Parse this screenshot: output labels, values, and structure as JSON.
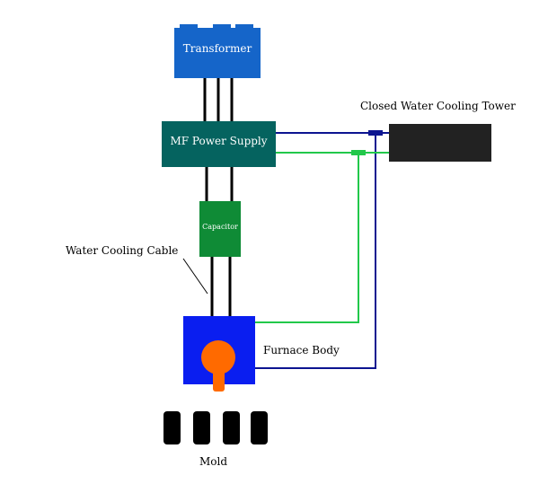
{
  "labels": {
    "transformer": "Transformer",
    "mf_power_supply": "MF Power Supply",
    "capacitor": "Capacitor",
    "closed_water_cooling_tower": "Closed Water Cooling Tower",
    "water_cooling_cable": "Water Cooling Cable",
    "furnace_body": "Furnace Body",
    "mold": "Mold"
  },
  "colors": {
    "transformer": "#1565c9",
    "mf_power_supply": "#05635f",
    "capacitor": "#0f8b36",
    "cooling_tower": "#222222",
    "furnace_body": "#0a1ef0",
    "crucible": "#ff6a00",
    "blue_pipe": "#0c1490",
    "green_pipe": "#22c84a",
    "cable": "#000000",
    "mold": "#000000"
  }
}
